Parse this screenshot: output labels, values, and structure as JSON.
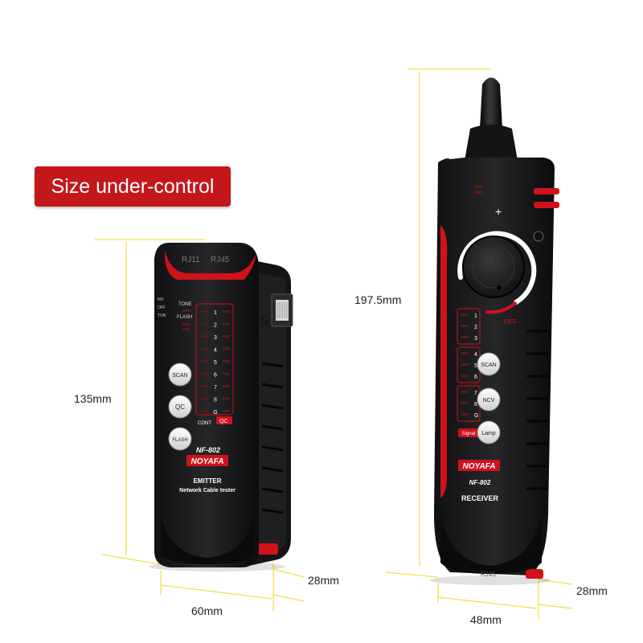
{
  "banner": {
    "text": "Size under-control"
  },
  "dimensions": {
    "emitter_height": "135mm",
    "emitter_width": "60mm",
    "emitter_depth": "28mm",
    "receiver_height": "197.5mm",
    "receiver_width": "48mm",
    "receiver_depth": "28mm"
  },
  "emitter": {
    "port_rj11": "RJ11",
    "port_rj45": "RJ45",
    "side_label": "QC",
    "mode_labels": [
      "NO",
      "OFF",
      "TON"
    ],
    "tone_label": "TONE",
    "flash_label": "FLASH",
    "indicator_numbers": [
      "1",
      "2",
      "3",
      "4",
      "5",
      "6",
      "7",
      "8",
      "G"
    ],
    "cont_label": "CONT",
    "qc_badge": "QC",
    "scan_button": "SCAN",
    "qc_button": "QC",
    "flash_button": "FLASH",
    "model": "NF-802",
    "brand": "NOYAFA",
    "role": "EMITTER",
    "description": "Network Cable tester"
  },
  "receiver": {
    "plus_label": "+",
    "off_label": "OFF",
    "indicator_numbers": [
      "1",
      "2",
      "3",
      "4",
      "5",
      "6",
      "7",
      "8",
      "G"
    ],
    "signal_label": "Signal",
    "scan_button": "SCAN",
    "ncv_button": "NCV",
    "lamp_button": "Lamp",
    "brand": "NOYAFA",
    "model": "NF-802",
    "role": "RECEIVER",
    "bottom_port": "RJ45"
  },
  "colors": {
    "device_body": "#1b1b1d",
    "accent_red": "#d0121b",
    "dimension_line": "#f2e04a",
    "banner": "#c4171c"
  }
}
